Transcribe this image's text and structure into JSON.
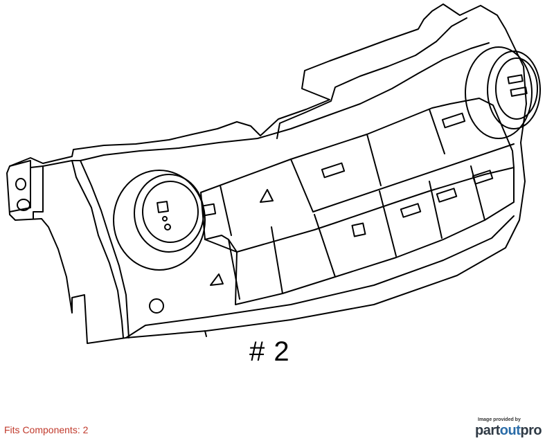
{
  "diagram": {
    "callout_label": "# 2"
  },
  "footer": {
    "fits_components": "Fits Components: 2",
    "provider_caption": "Image provided by",
    "logo_part1": "part",
    "logo_part2": "out",
    "logo_part3": "pro"
  },
  "colors": {
    "line": "#000000",
    "fits_text": "#c0392b",
    "logo_dark": "#2f3a45",
    "logo_accent": "#2a6ca8"
  }
}
